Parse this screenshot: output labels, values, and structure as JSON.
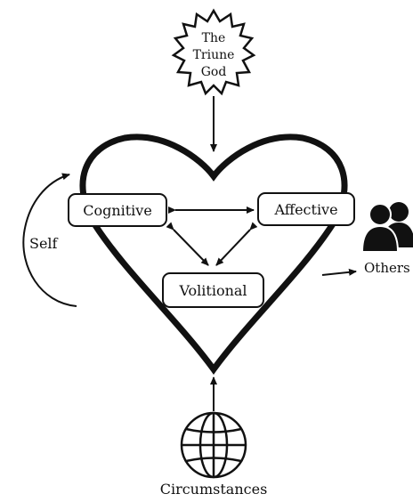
{
  "source": {
    "line1": "The",
    "line2": "Triune",
    "line3": "God"
  },
  "faculties": {
    "cognitive": "Cognitive",
    "affective": "Affective",
    "volitional": "Volitional"
  },
  "self_label": "Self",
  "others_label": "Others",
  "circumstances_label": "Circumstances",
  "icons": {
    "source_shape": "starburst-icon",
    "others": "people-icon",
    "circumstances": "globe-icon"
  },
  "colors": {
    "ink": "#111111",
    "background": "#ffffff"
  }
}
